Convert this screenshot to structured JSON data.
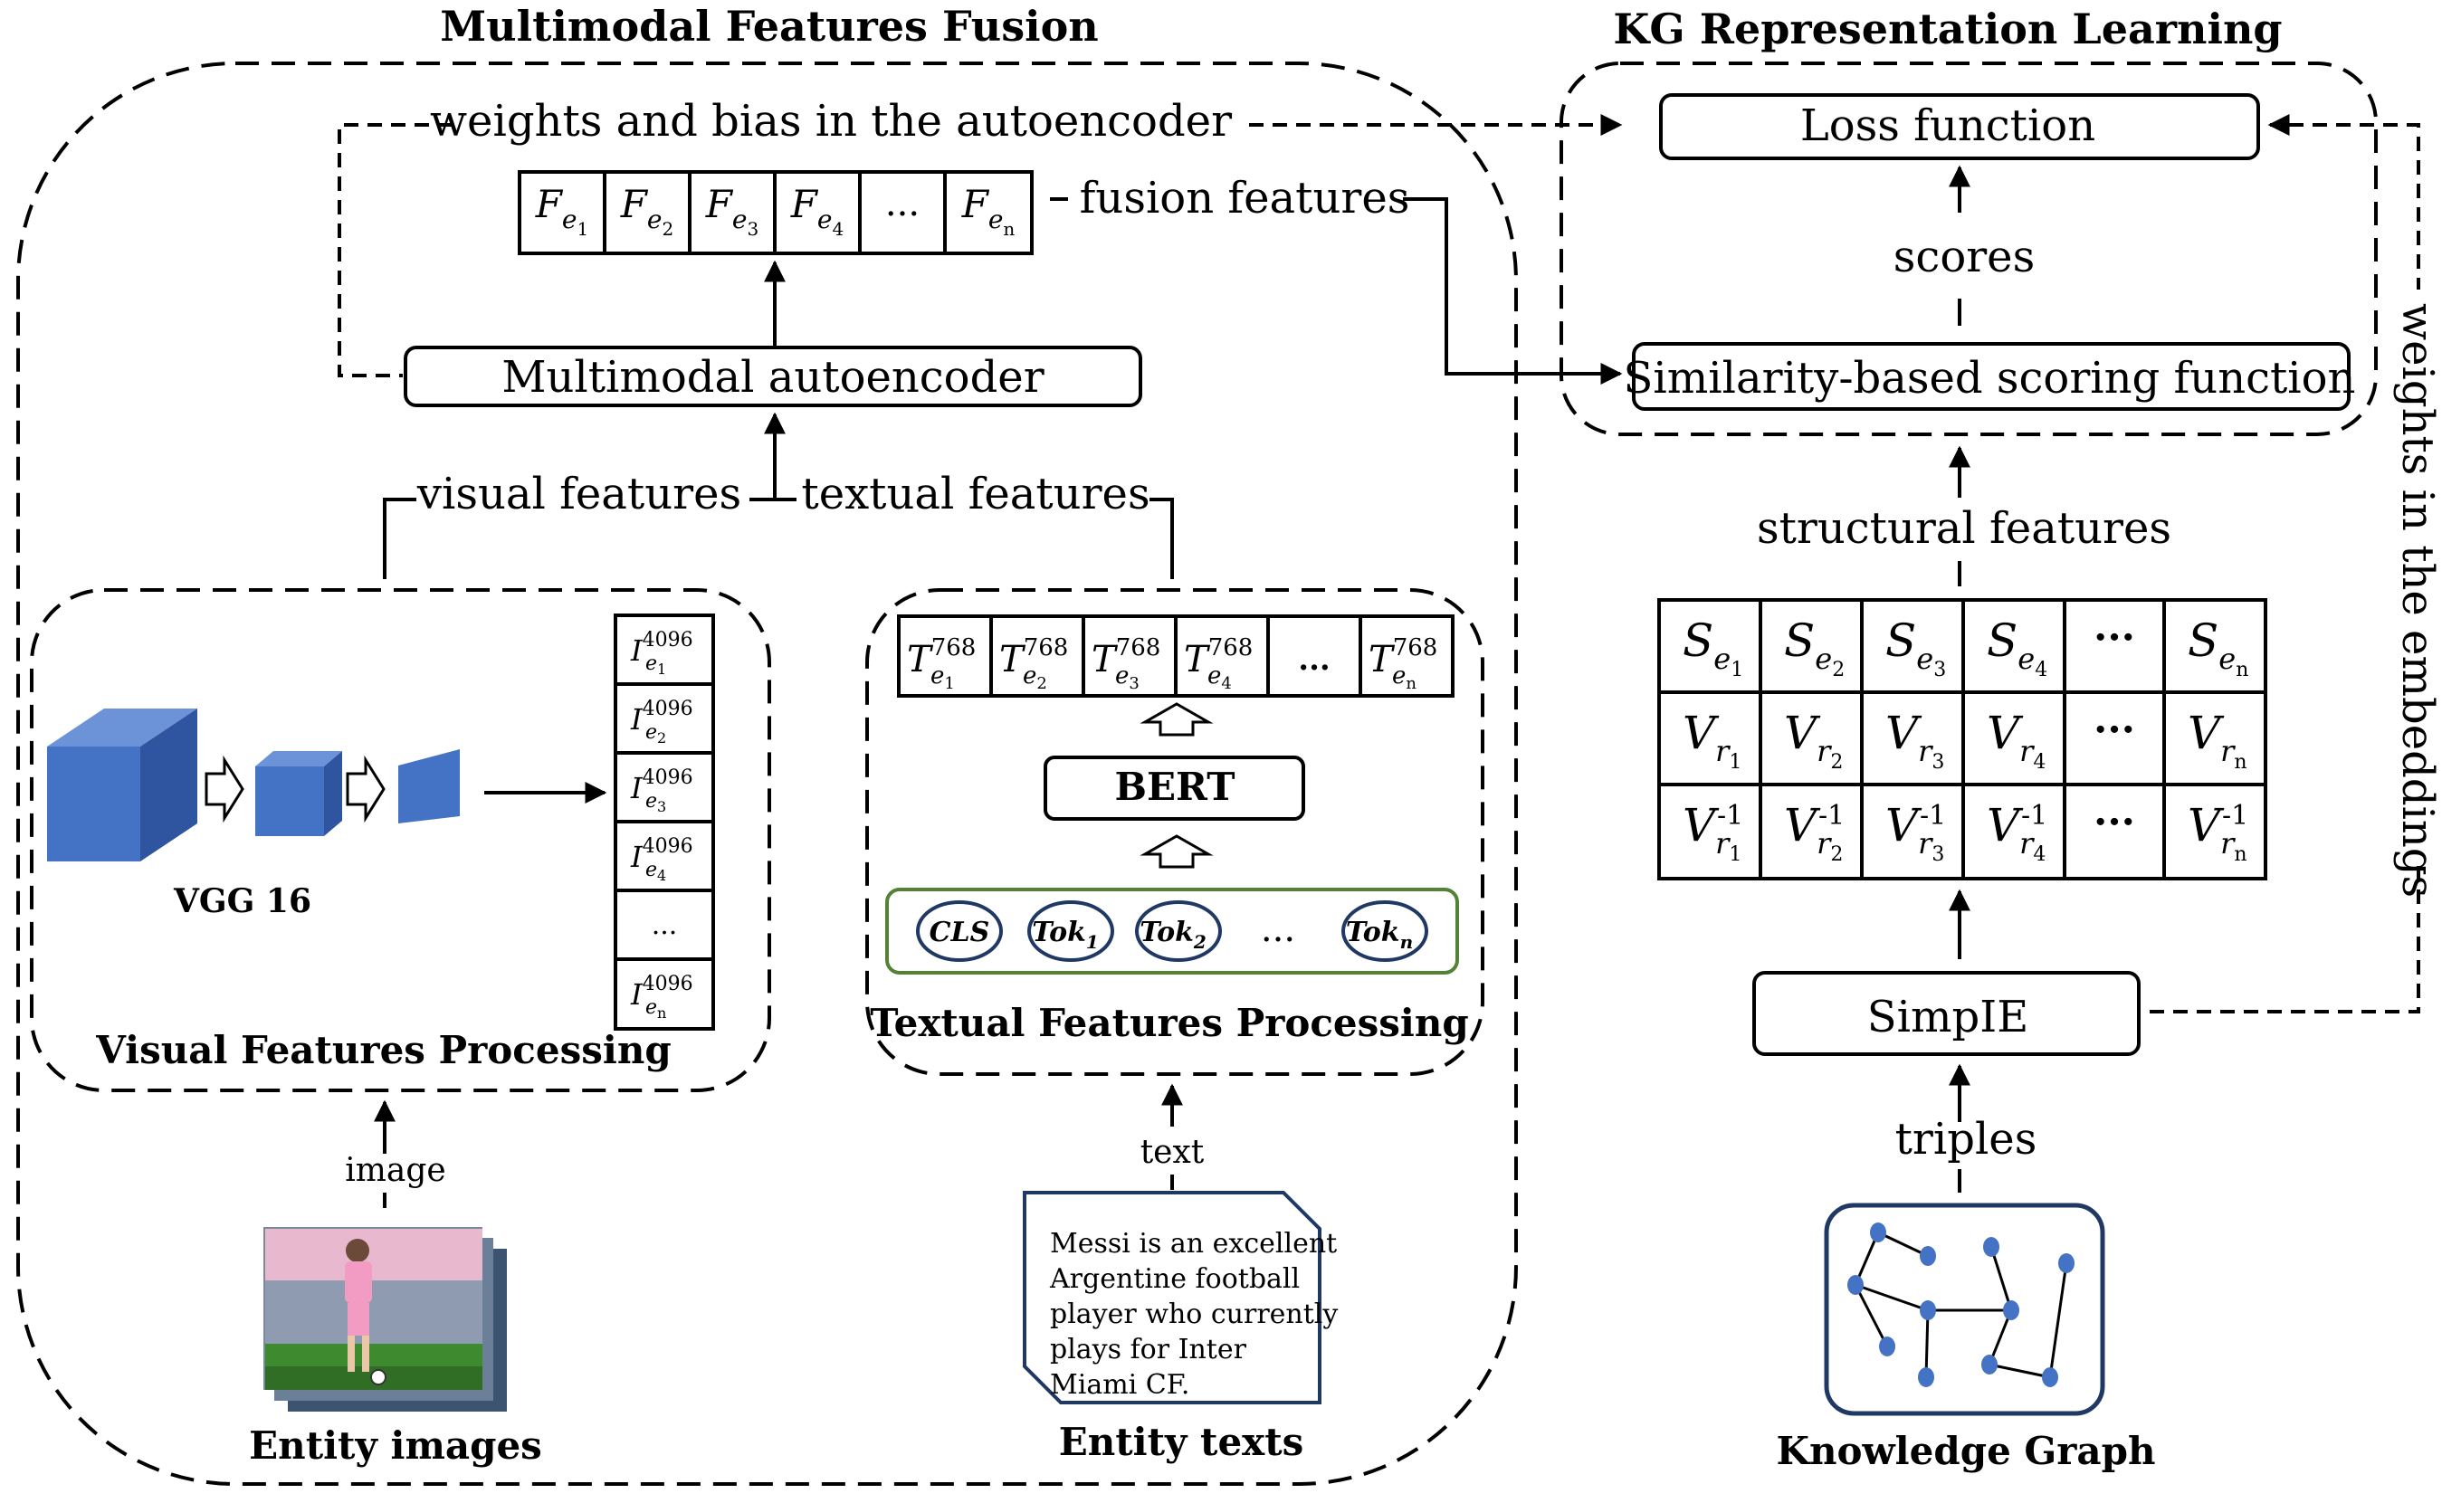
{
  "titles": {
    "left": "Multimodal Features Fusion",
    "right": "KG Representation Learning"
  },
  "labels": {
    "weights_bias": "weights and bias in the autoencoder",
    "fusion_features": "fusion features",
    "multimodal_autoencoder": "Multimodal autoencoder",
    "visual_features": "visual features",
    "textual_features": "textual features",
    "loss_function": "Loss function",
    "scores": "scores",
    "similarity_scoring": "Similarity-based scoring function",
    "structural_features": "structural features",
    "weights_embeddings": "weights in the embeddings",
    "simple": "SimpIE",
    "triples": "triples",
    "image": "image",
    "text": "text"
  },
  "fusion_cells": [
    "F_e1",
    "F_e2",
    "F_e3",
    "F_e4",
    "...",
    "F_en"
  ],
  "visual": {
    "vgg_label": "VGG 16",
    "title": "Visual Features Processing",
    "cells": [
      "I_e1^4096",
      "I_e2^4096",
      "I_e3^4096",
      "I_e4^4096",
      "...",
      "I_en^4096"
    ],
    "ellipsis": "...",
    "superscript": "4096",
    "colors": {
      "cube_front": "#4472c4",
      "cube_side": "#2f55a0",
      "cube_top": "#6c93d8"
    }
  },
  "textual": {
    "title": "Textual Features Processing",
    "bert": "BERT",
    "cells": [
      "T_e1^768",
      "T_e2^768",
      "T_e3^768",
      "T_e4^768",
      "...",
      "T_en^768"
    ],
    "superscript": "768",
    "ellipsis": "...",
    "tokens": [
      "CLS",
      "Tok1",
      "Tok2",
      "...",
      "Tokn"
    ],
    "token_border_color": "#548235"
  },
  "structural_table": {
    "rows": [
      [
        "S_e1",
        "S_e2",
        "S_e3",
        "S_e4",
        "···",
        "S_en"
      ],
      [
        "V_r1",
        "V_r2",
        "V_r3",
        "V_r4",
        "···",
        "V_rn"
      ],
      [
        "V_r1^-1",
        "V_r2^-1",
        "V_r3^-1",
        "V_r4^-1",
        "···",
        "V_rn^-1"
      ]
    ]
  },
  "entity_images": {
    "caption": "Entity images"
  },
  "entity_texts": {
    "caption": "Entity texts",
    "lines": [
      "Messi is an excellent",
      "Argentine football",
      "player who currently",
      "plays for Inter",
      "Miami CF."
    ]
  },
  "knowledge_graph": {
    "caption": "Knowledge Graph",
    "node_color": "#4472c4",
    "border_color": "#1f3864"
  }
}
